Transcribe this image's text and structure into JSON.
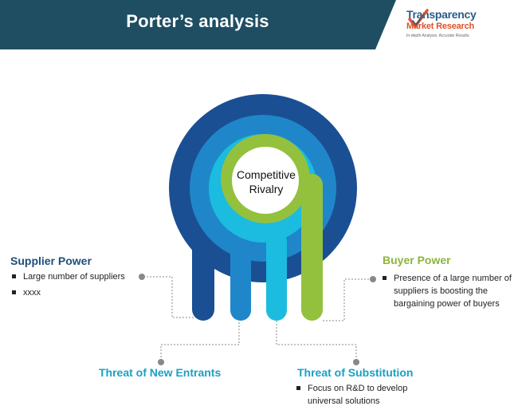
{
  "header": {
    "title": "Porter’s analysis"
  },
  "logo": {
    "word1": "Transparency",
    "word2": "Market Research",
    "tagline": "In-depth Analysis. Accurate Results."
  },
  "center": {
    "line1": "Competitive",
    "line2": "Rivalry"
  },
  "forces": {
    "supplier": {
      "title": "Supplier Power",
      "bullets": [
        "Large number of suppliers",
        "xxxx"
      ]
    },
    "buyer": {
      "title": "Buyer Power",
      "bullets": [
        "Presence of a large number of suppliers is boosting the bargaining power of buyers"
      ]
    },
    "new_entrants": {
      "title": "Threat of New Entrants",
      "bullets": []
    },
    "substitution": {
      "title": "Threat of Substitution",
      "bullets": [
        "Focus on R&D to develop universal solutions"
      ]
    }
  },
  "colors": {
    "header_bg": "#1f4e63",
    "ring_dark": "#1b4f93",
    "ring_medium": "#1f87c9",
    "ring_cyan": "#1bbcdf",
    "ring_green": "#93c13e",
    "title_dark": "#1f4e79",
    "title_teal": "#1aa0c4",
    "title_green": "#8db53d",
    "connector": "#888888"
  }
}
